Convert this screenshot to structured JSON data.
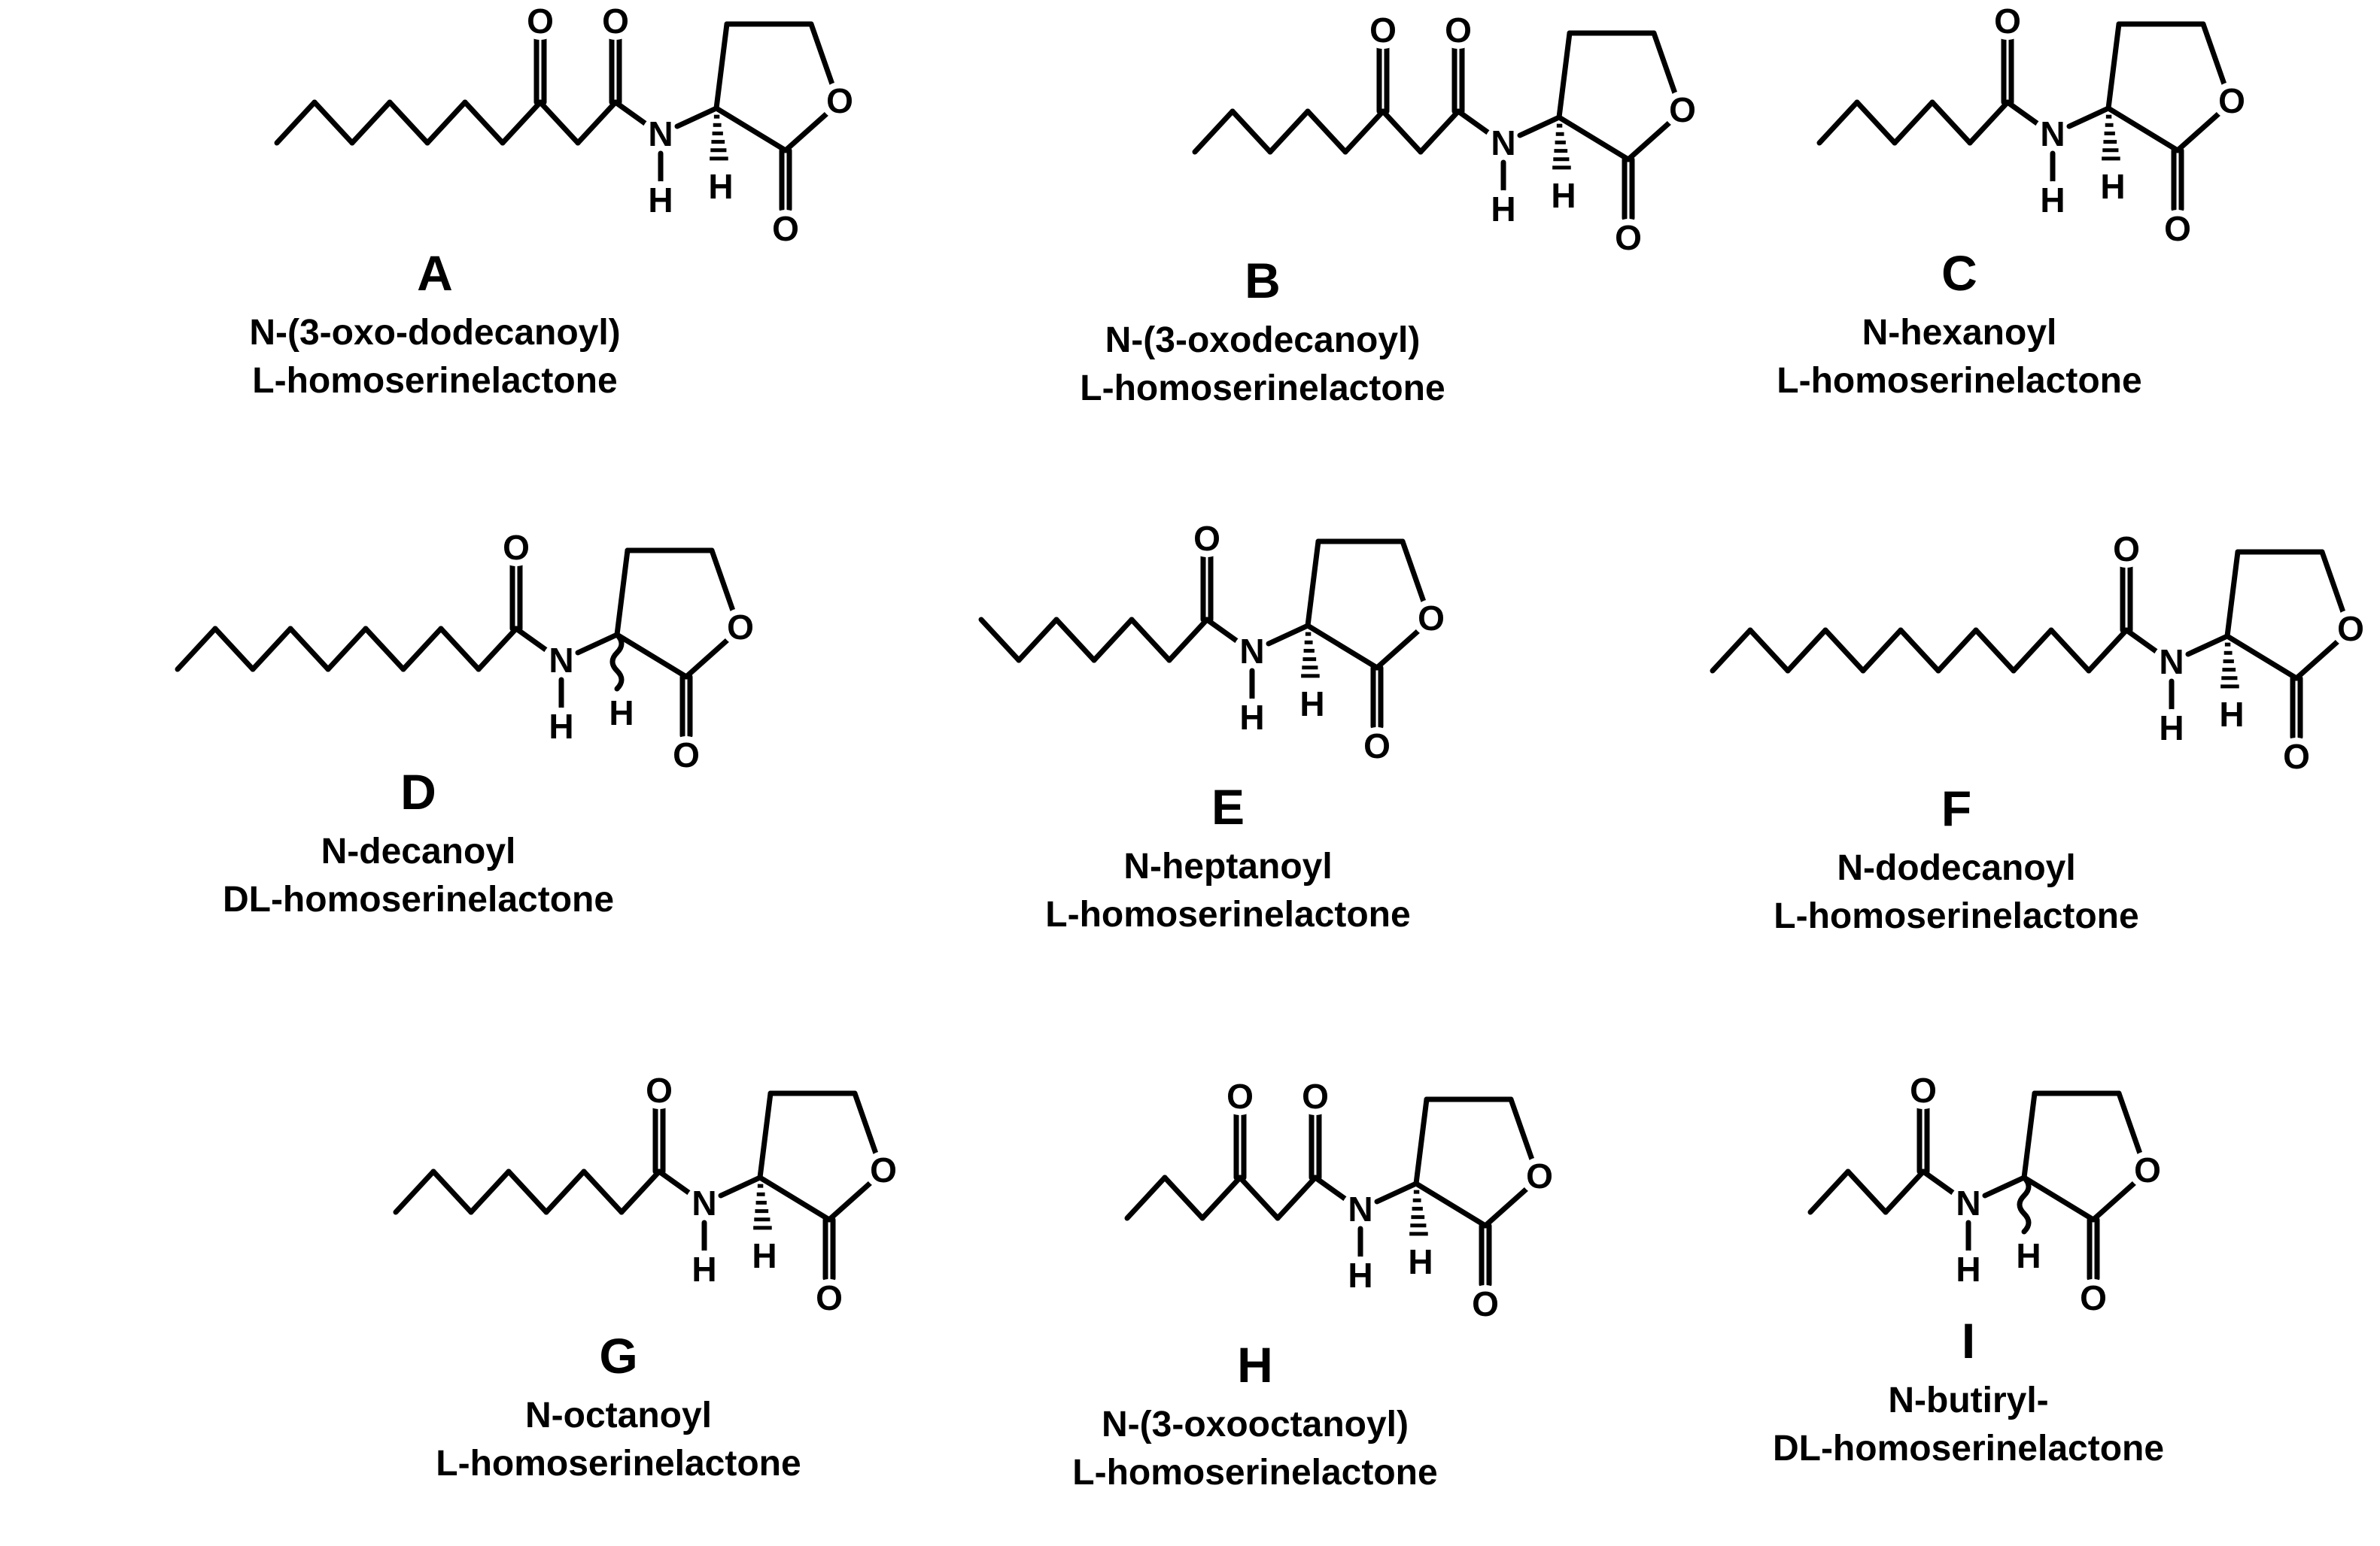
{
  "atom_symbols": {
    "O": "O",
    "N": "N",
    "H": "H"
  },
  "compounds": [
    {
      "id": "A",
      "letter": "A",
      "name_line1": "N-(3-oxo-dodecanoyl)",
      "name_line2": "L-homoserinelactone",
      "chain_bonds": 9,
      "oxo": true,
      "stereo": "hash"
    },
    {
      "id": "B",
      "letter": "B",
      "name_line1": "N-(3-oxodecanoyl)",
      "name_line2": "L-homoserinelactone",
      "chain_bonds": 7,
      "oxo": true,
      "stereo": "hash"
    },
    {
      "id": "C",
      "letter": "C",
      "name_line1": "N-hexanoyl",
      "name_line2": "L-homoserinelactone",
      "chain_bonds": 5,
      "oxo": false,
      "stereo": "hash"
    },
    {
      "id": "D",
      "letter": "D",
      "name_line1": "N-decanoyl",
      "name_line2": "DL-homoserinelactone",
      "chain_bonds": 9,
      "oxo": false,
      "stereo": "wavy"
    },
    {
      "id": "E",
      "letter": "E",
      "name_line1": "N-heptanoyl",
      "name_line2": "L-homoserinelactone",
      "chain_bonds": 6,
      "oxo": false,
      "stereo": "hash"
    },
    {
      "id": "F",
      "letter": "F",
      "name_line1": "N-dodecanoyl",
      "name_line2": "L-homoserinelactone",
      "chain_bonds": 11,
      "oxo": false,
      "stereo": "hash"
    },
    {
      "id": "G",
      "letter": "G",
      "name_line1": "N-octanoyl",
      "name_line2": "L-homoserinelactone",
      "chain_bonds": 7,
      "oxo": false,
      "stereo": "hash"
    },
    {
      "id": "H",
      "letter": "H",
      "name_line1": "N-(3-oxooctanoyl)",
      "name_line2": "L-homoserinelactone",
      "chain_bonds": 5,
      "oxo": true,
      "stereo": "hash"
    },
    {
      "id": "I",
      "letter": "I",
      "name_line1": "N-butiryl-",
      "name_line2": "DL-homoserinelactone",
      "chain_bonds": 3,
      "oxo": false,
      "stereo": "wavy"
    }
  ]
}
